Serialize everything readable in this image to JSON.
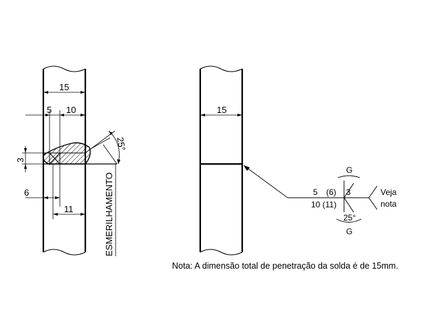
{
  "left_view": {
    "dim_plate_width": "15",
    "dim_left": "5",
    "dim_right": "10",
    "dim_height": "3",
    "dim_angle": "25°",
    "dim_six": "6",
    "dim_eleven": "11",
    "label_grinding": "ESMERILHAMENTO"
  },
  "right_view": {
    "dim_plate_width": "15"
  },
  "weld_symbol": {
    "top_letter": "G",
    "top_left_value": "5",
    "top_paren_value": "(6)",
    "top_right_value": "3",
    "bottom_value": "10 (11)",
    "angle": "25°",
    "bottom_letter": "G",
    "tail_note_line1": "Veja",
    "tail_note_line2": "nota"
  },
  "footer_note": "Nota: A dimensão total de penetração da solda é de 15mm."
}
